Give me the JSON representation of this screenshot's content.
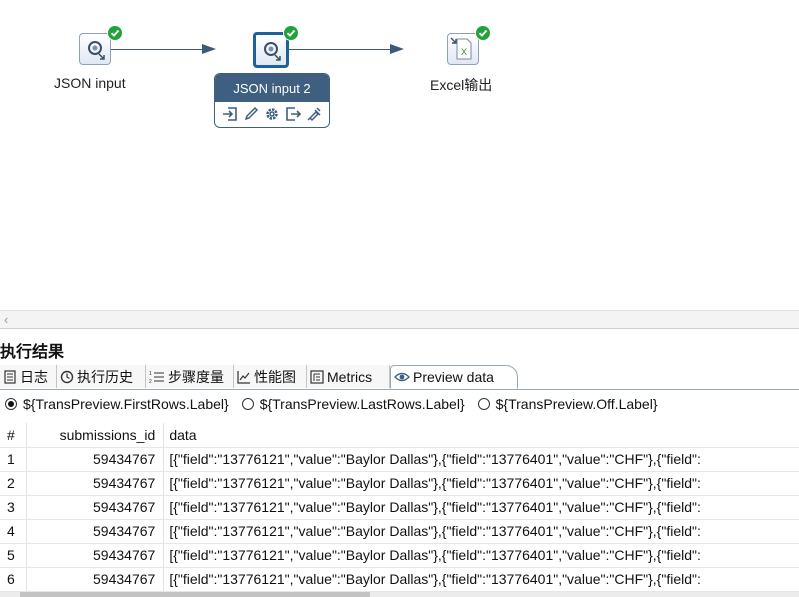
{
  "canvas": {
    "steps": [
      {
        "label": "JSON input",
        "icon": "json-input-icon",
        "status": "success-check-icon"
      },
      {
        "label": "JSON input 2",
        "icon": "json-input-icon",
        "status": "success-check-icon"
      },
      {
        "label": "Excel输出",
        "icon": "excel-output-icon",
        "status": "success-check-icon"
      }
    ],
    "popup": {
      "title": "JSON input 2",
      "tools": [
        "input-icon",
        "edit-icon",
        "gear-icon",
        "output-icon",
        "inject-icon"
      ]
    }
  },
  "results": {
    "title": "执行结果",
    "tabs": [
      {
        "label": "日志",
        "icon": "log-icon"
      },
      {
        "label": "执行历史",
        "icon": "history-icon"
      },
      {
        "label": "步骤度量",
        "icon": "step-metrics-icon"
      },
      {
        "label": "性能图",
        "icon": "performance-chart-icon"
      },
      {
        "label": "Metrics",
        "icon": "metrics-icon"
      },
      {
        "label": "Preview data",
        "icon": "eye-icon",
        "active": true
      }
    ],
    "radios": [
      {
        "label": "${TransPreview.FirstRows.Label}",
        "checked": true
      },
      {
        "label": "${TransPreview.LastRows.Label}",
        "checked": false
      },
      {
        "label": "${TransPreview.Off.Label}",
        "checked": false
      }
    ],
    "table": {
      "columns": [
        "#",
        "submissions_id",
        "data"
      ],
      "rows": [
        [
          "1",
          "59434767",
          "[{\"field\":\"13776121\",\"value\":\"Baylor Dallas\"},{\"field\":\"13776401\",\"value\":\"CHF\"},{\"field\":"
        ],
        [
          "2",
          "59434767",
          "[{\"field\":\"13776121\",\"value\":\"Baylor Dallas\"},{\"field\":\"13776401\",\"value\":\"CHF\"},{\"field\":"
        ],
        [
          "3",
          "59434767",
          "[{\"field\":\"13776121\",\"value\":\"Baylor Dallas\"},{\"field\":\"13776401\",\"value\":\"CHF\"},{\"field\":"
        ],
        [
          "4",
          "59434767",
          "[{\"field\":\"13776121\",\"value\":\"Baylor Dallas\"},{\"field\":\"13776401\",\"value\":\"CHF\"},{\"field\":"
        ],
        [
          "5",
          "59434767",
          "[{\"field\":\"13776121\",\"value\":\"Baylor Dallas\"},{\"field\":\"13776401\",\"value\":\"CHF\"},{\"field\":"
        ],
        [
          "6",
          "59434767",
          "[{\"field\":\"13776121\",\"value\":\"Baylor Dallas\"},{\"field\":\"13776401\",\"value\":\"CHF\"},{\"field\":"
        ]
      ]
    }
  },
  "colors": {
    "accent": "#3e5f7f",
    "success": "#22a33a",
    "hop": "#3c5a77"
  }
}
